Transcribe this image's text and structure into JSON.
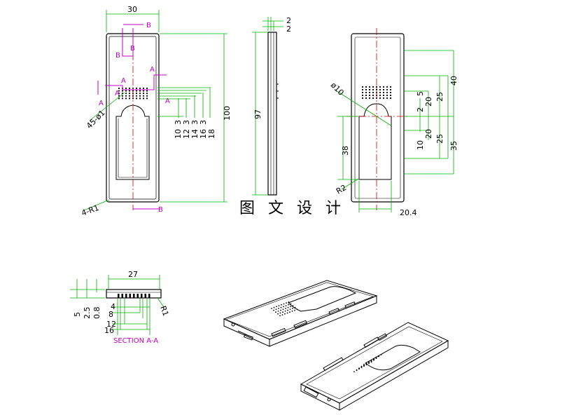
{
  "title": "图 文 设 计",
  "front_view": {
    "width_dim": "30",
    "height_dim": "100",
    "hole_note": "45-ø1",
    "corner_note": "4-R1",
    "section_A": "A",
    "section_B": "B",
    "hole_dims": [
      "10",
      "12",
      "14",
      "16",
      "18"
    ],
    "hole_dims_top": [
      "3",
      "3",
      "3",
      "3"
    ]
  },
  "side_view": {
    "top_dims": [
      "2",
      "2"
    ],
    "height_dim": "97"
  },
  "right_view": {
    "dia_note": "ø10",
    "r_note": "R2",
    "bottom_width": "20.4",
    "left_dim": "38",
    "dims_right": [
      "2",
      "5",
      "20",
      "10",
      "20",
      "25",
      "25",
      "35",
      "40"
    ]
  },
  "section": {
    "label": "SECTION A-A",
    "width_dim": "27",
    "left_dims": [
      "5",
      "2.5",
      "0.8"
    ],
    "bottom_dims": [
      "4",
      "8",
      "12",
      "16"
    ],
    "r_note": "R1"
  },
  "colors": {
    "outline": "#000000",
    "dimension": "#00b000",
    "centerline": "#d00000",
    "section": "#c000c0"
  }
}
